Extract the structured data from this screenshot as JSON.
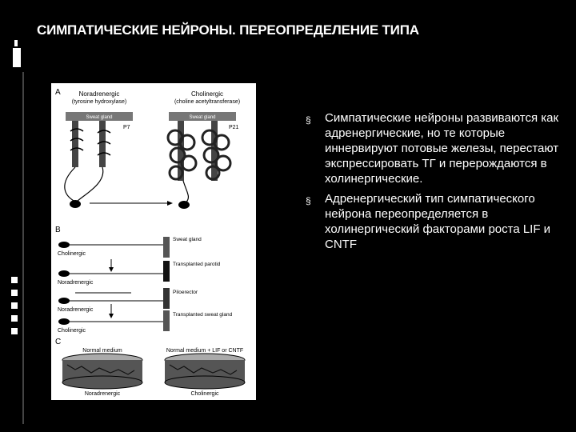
{
  "slide": {
    "title": "СИМПАТИЧЕСКИЕ НЕЙРОНЫ. ПЕРЕОПРЕДЕЛЕНИЕ ТИПА",
    "bullets": [
      "Симпатические нейроны развиваются как адренергические, но те которые иннервируют потовые железы, перестают экспрессировать ТГ и перерождаются в холинергические.",
      "Адренергический тип симпатического нейрона переопределяется в холинергический факторами роста LIF и CNTF"
    ],
    "bullet_glyph": "§"
  },
  "figure": {
    "panel_a": {
      "letter": "A",
      "left_title": "Noradrenergic",
      "left_sub": "(tyrosine hydroxylase)",
      "right_title": "Cholinergic",
      "right_sub": "(choline acetyltransferase)",
      "left_bar": "Sweat gland",
      "right_bar": "Sweat gland",
      "left_age": "P7",
      "right_age": "P21"
    },
    "panel_b": {
      "letter": "B",
      "rows": [
        {
          "neuron": "Cholinergic",
          "target": "Sweat gland"
        },
        {
          "neuron": "Noradrenergic",
          "target": "Transplanted parotid"
        },
        {
          "neuron": "Noradrenergic",
          "target": "Piloerector"
        },
        {
          "neuron": "Cholinergic",
          "target": "Transplanted sweat gland"
        }
      ]
    },
    "panel_c": {
      "letter": "C",
      "left_medium": "Normal medium",
      "right_medium": "Normal medium + LIF or CNTF",
      "left_result": "Noradrenergic",
      "right_result": "Cholinergic"
    }
  }
}
